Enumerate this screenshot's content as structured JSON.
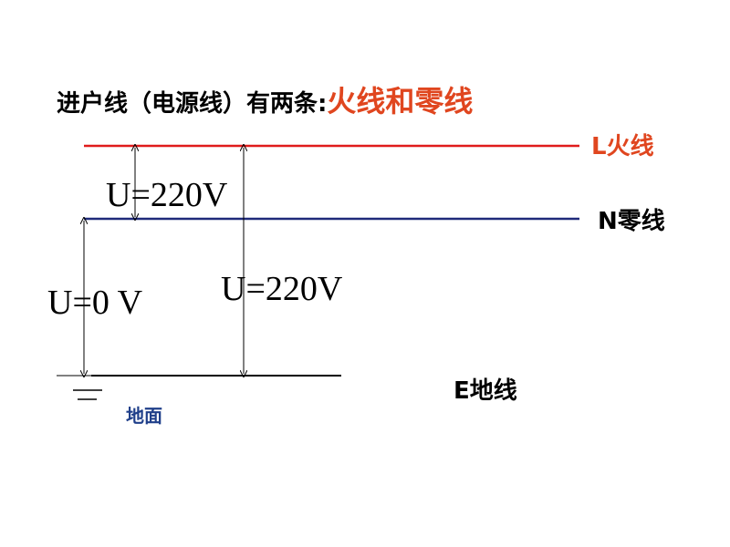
{
  "title": {
    "prefix": "进户线（电源线）有两条:",
    "highlight": "火线和零线"
  },
  "lines": {
    "live_label": "L火线",
    "neutral_label": "N零线",
    "earth_label": "E地线",
    "ground_label": "地面"
  },
  "voltages": {
    "live_to_neutral": "U=220V",
    "neutral_to_ground": "U=0 V",
    "live_to_ground": "U=220V"
  },
  "colors": {
    "live": "#e01b1b",
    "neutral": "#1f2a7a",
    "earth": "#000000",
    "title_highlight": "#e0461f",
    "ground_label": "#1f3f8a",
    "live_label": "#e0461f"
  }
}
